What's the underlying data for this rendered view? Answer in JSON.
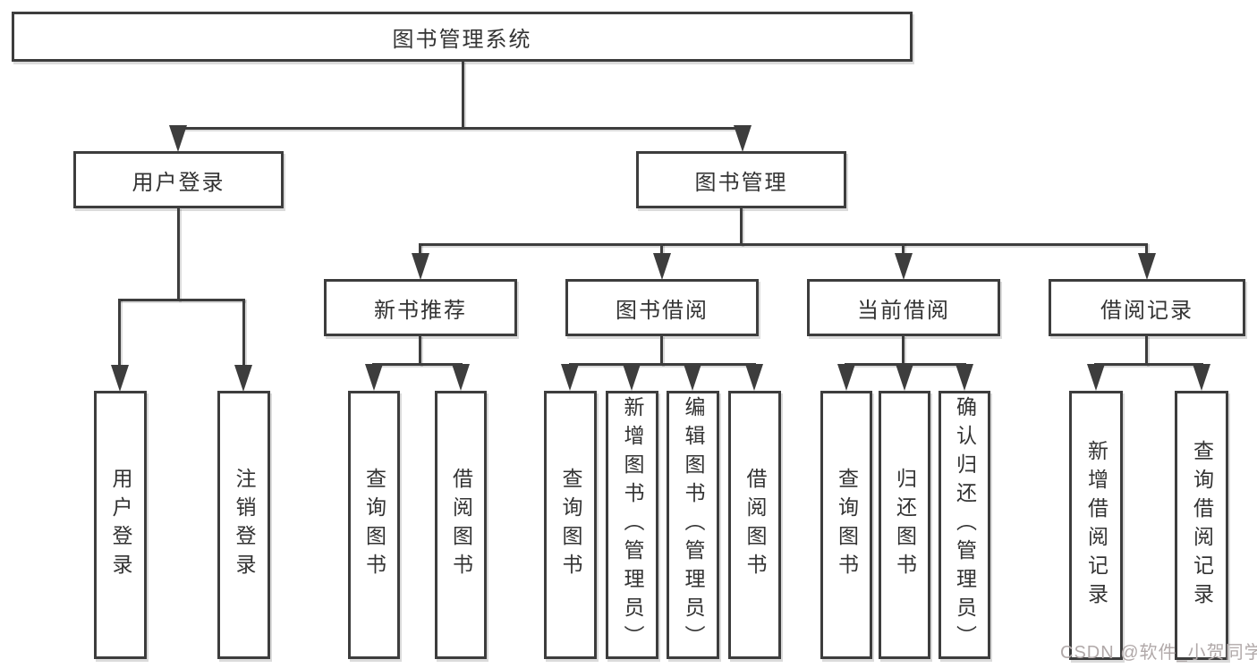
{
  "tree": {
    "label": "图书管理系统",
    "children": [
      {
        "label": "用户登录",
        "children": [
          {
            "label": "用户登录"
          },
          {
            "label": "注销登录"
          }
        ]
      },
      {
        "label": "图书管理",
        "children": [
          {
            "label": "新书推荐",
            "children": [
              {
                "label": "查询图书"
              },
              {
                "label": "借阅图书"
              }
            ]
          },
          {
            "label": "图书借阅",
            "children": [
              {
                "label": "查询图书"
              },
              {
                "label": "新增图书（管理员）"
              },
              {
                "label": "编辑图书（管理员）"
              },
              {
                "label": "借阅图书"
              }
            ]
          },
          {
            "label": "当前借阅",
            "children": [
              {
                "label": "查询图书"
              },
              {
                "label": "归还图书"
              },
              {
                "label": "确认归还（管理员）"
              }
            ]
          },
          {
            "label": "借阅记录",
            "children": [
              {
                "label": "新增借阅记录"
              },
              {
                "label": "查询借阅记录"
              }
            ]
          }
        ]
      }
    ]
  },
  "watermark": {
    "text": "CSDN @软件_小贺同学"
  },
  "colors": {
    "line": "#3d3d3d",
    "text": "#333333",
    "watermark": "#b1a9a9",
    "background": "#ffffff"
  }
}
